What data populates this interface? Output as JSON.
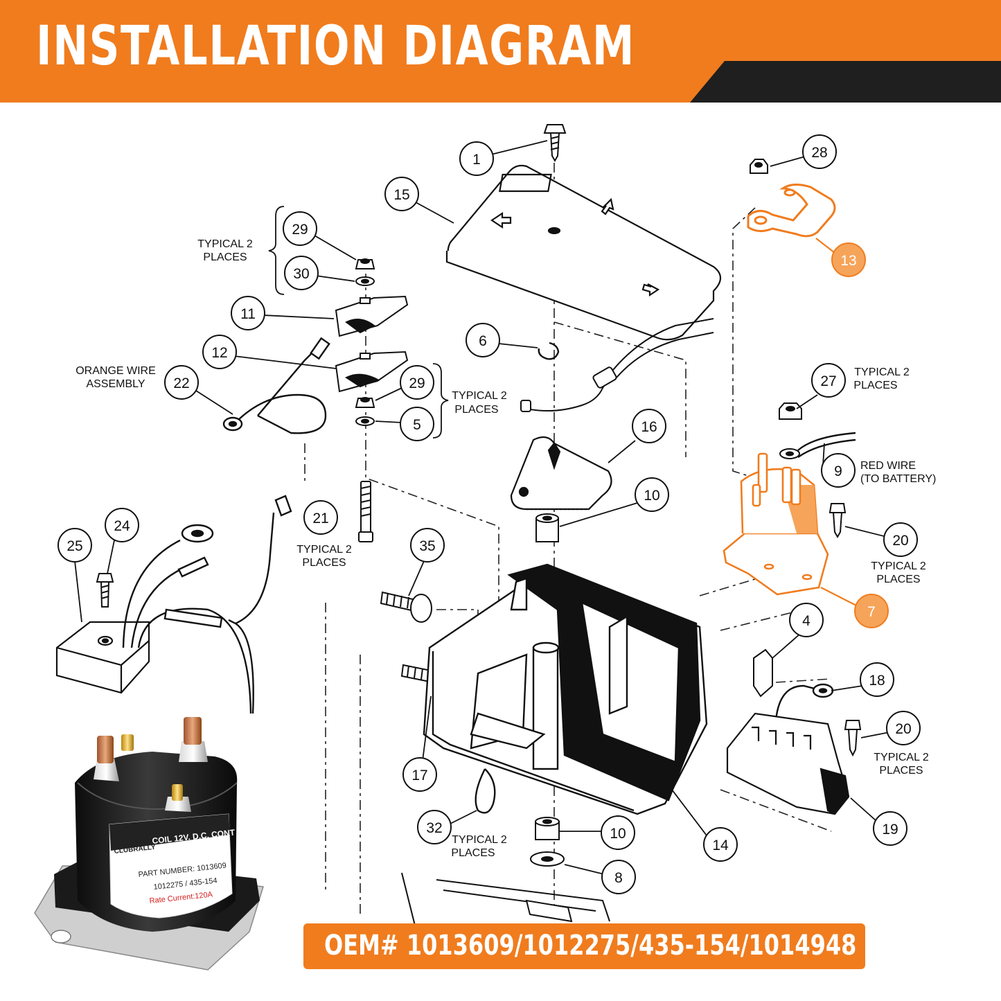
{
  "header": {
    "title": "INSTALLATION DIAGRAM"
  },
  "colors": {
    "accent": "#f07c1e",
    "dark": "#222222",
    "highlight": "#f6a45a"
  },
  "callouts": [
    {
      "id": "c1",
      "label": "1"
    },
    {
      "id": "c15",
      "label": "15"
    },
    {
      "id": "c28",
      "label": "28"
    },
    {
      "id": "c13",
      "label": "13",
      "highlighted": true
    },
    {
      "id": "c29a",
      "label": "29"
    },
    {
      "id": "c30",
      "label": "30"
    },
    {
      "id": "c11",
      "label": "11"
    },
    {
      "id": "c12",
      "label": "12"
    },
    {
      "id": "c22",
      "label": "22"
    },
    {
      "id": "c29b",
      "label": "29"
    },
    {
      "id": "c5",
      "label": "5"
    },
    {
      "id": "c6",
      "label": "6"
    },
    {
      "id": "c16",
      "label": "16"
    },
    {
      "id": "c27",
      "label": "27"
    },
    {
      "id": "c9",
      "label": "9"
    },
    {
      "id": "c10a",
      "label": "10"
    },
    {
      "id": "c21",
      "label": "21"
    },
    {
      "id": "c35",
      "label": "35"
    },
    {
      "id": "c20a",
      "label": "20"
    },
    {
      "id": "c7",
      "label": "7",
      "highlighted": true
    },
    {
      "id": "c24",
      "label": "24"
    },
    {
      "id": "c25",
      "label": "25"
    },
    {
      "id": "c4",
      "label": "4"
    },
    {
      "id": "c18",
      "label": "18"
    },
    {
      "id": "c20b",
      "label": "20"
    },
    {
      "id": "c17",
      "label": "17"
    },
    {
      "id": "c32",
      "label": "32"
    },
    {
      "id": "c10b",
      "label": "10"
    },
    {
      "id": "c8",
      "label": "8"
    },
    {
      "id": "c14",
      "label": "14"
    },
    {
      "id": "c19",
      "label": "19"
    }
  ],
  "notes": {
    "typical_2_places_line1": "TYPICAL 2",
    "typical_2_places_line2": "PLACES",
    "orange_wire_line1": "ORANGE WIRE",
    "orange_wire_line2": "ASSEMBLY",
    "red_wire_line1": "RED WIRE",
    "red_wire_line2": "(TO BATTERY)"
  },
  "product_label": {
    "brand": "CLUBRALLY",
    "coil": "COIL 12V. D.C. CONT",
    "part_number": "PART NUMBER: 1013609",
    "alt_numbers": "1012275 / 435-154",
    "rate_current": "Rate Current:120A"
  },
  "oem": {
    "text": "OEM# 1013609/1012275/435-154/1014948"
  }
}
